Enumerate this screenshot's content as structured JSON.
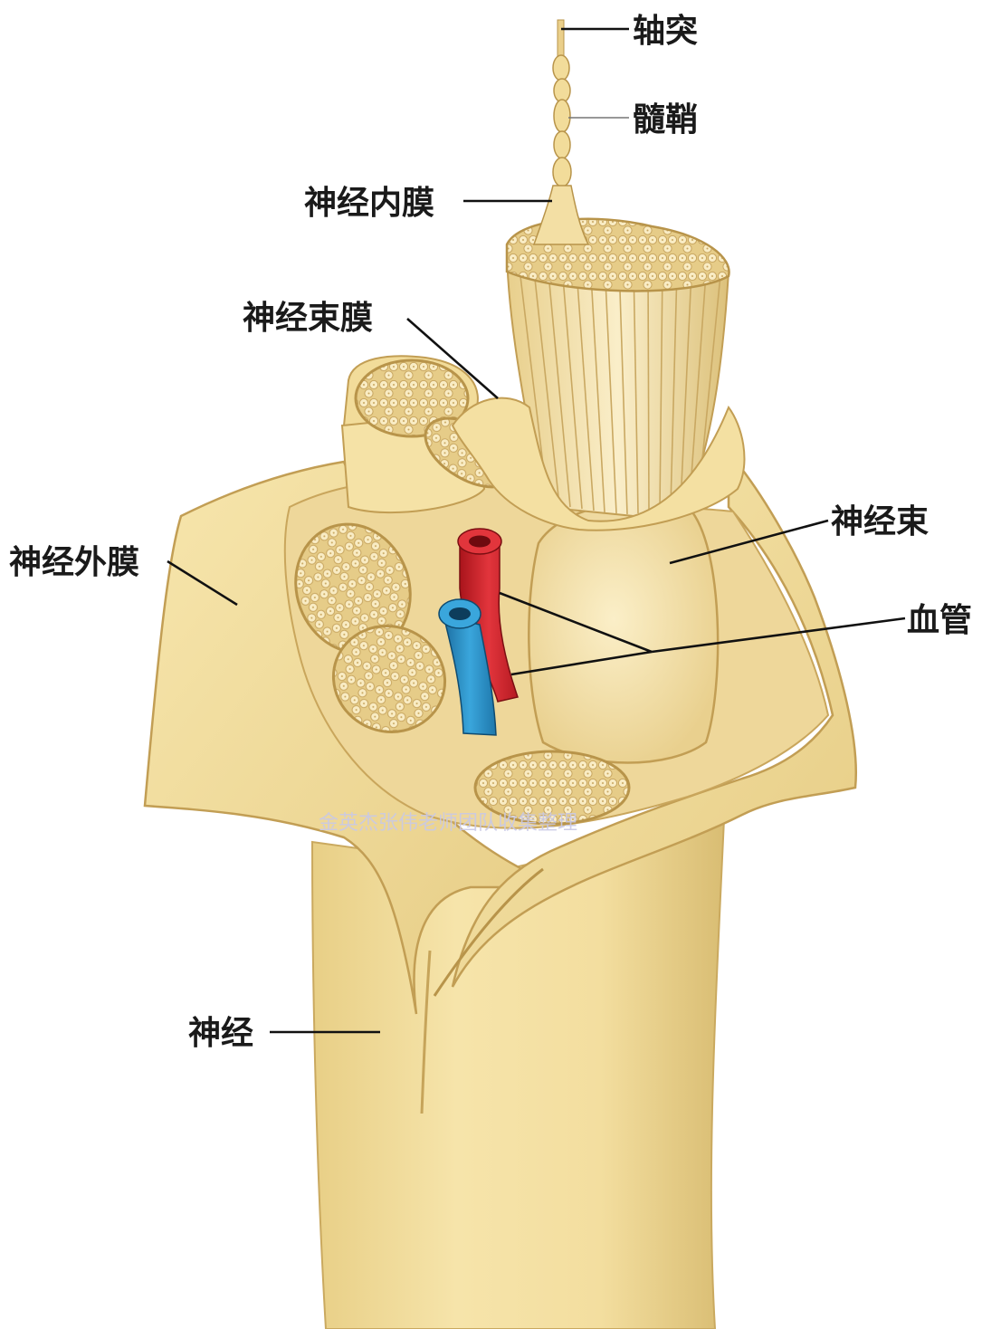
{
  "labels": {
    "axon": "轴突",
    "myelin": "髓鞘",
    "endoneurium": "神经内膜",
    "perineurium": "神经束膜",
    "epineurium": "神经外膜",
    "fascicle": "神经束",
    "blood_vessel": "血管",
    "nerve": "神经"
  },
  "watermark": "金英杰张伟老师团队收集整理",
  "colors": {
    "tissue": "#f3dfa0",
    "tissue_light": "#fbeec4",
    "tissue_shadow": "#c9a85e",
    "artery": "#d9262e",
    "vein": "#2a8fc8"
  }
}
